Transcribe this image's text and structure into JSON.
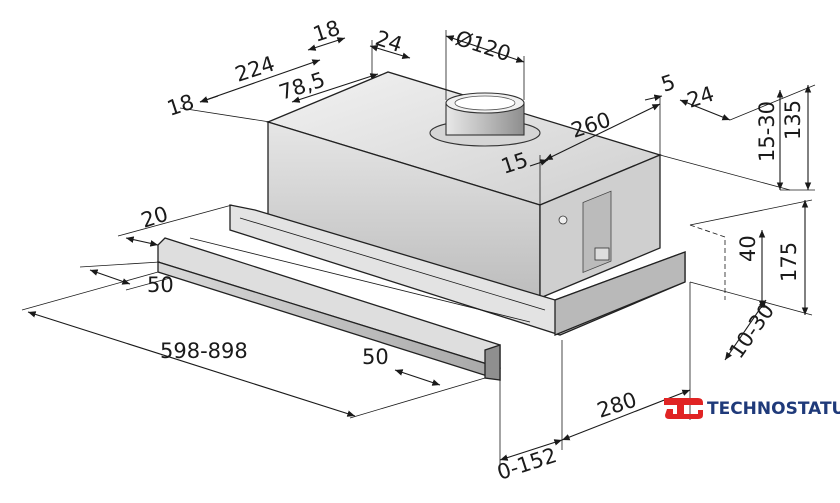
{
  "dimensions": {
    "d_120": "Ø120",
    "d_24_top": "24",
    "d_18_top": "18",
    "d_224": "224",
    "d_78_5": "78,5",
    "d_18_left": "18",
    "d_5": "5",
    "d_24_right": "24",
    "d_260": "260",
    "d_15_30": "15-30",
    "d_135": "135",
    "d_15": "15",
    "d_20": "20",
    "d_50_left": "50",
    "d_598_898": "598-898",
    "d_50_front": "50",
    "d_40": "40",
    "d_175": "175",
    "d_10_30": "10-30",
    "d_280": "280",
    "d_0_152": "0-152"
  },
  "brand": {
    "logo_icon": "ts-logo-icon",
    "name": "TECHNOSTATUS",
    "color": "#1f3a7a",
    "accent": "#e02424"
  }
}
